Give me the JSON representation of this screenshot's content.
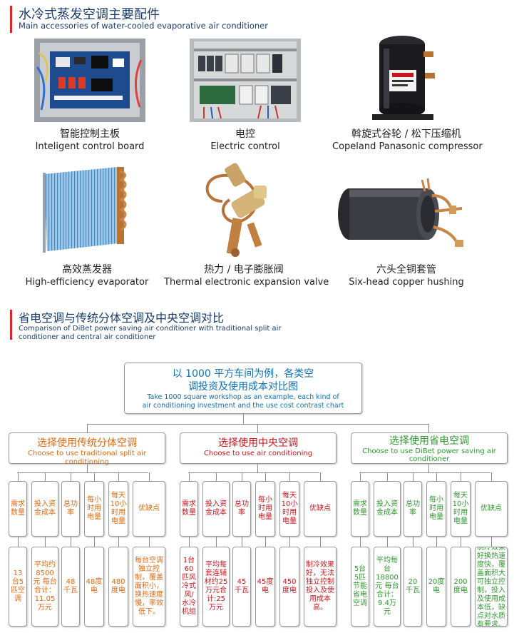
{
  "section1": {
    "title_cn": "水冷式蒸发空调主要配件",
    "title_en": "Main accessories of water-cooled evaporative air conditioner"
  },
  "accessories": [
    {
      "cn": "智能控制主板",
      "en": "Inteligent control board",
      "icon": "control-board-photo"
    },
    {
      "cn": "电控",
      "en": "Electric control",
      "icon": "electric-control-photo"
    },
    {
      "cn": "斡旋式谷轮 / 松下压缩机",
      "en": "Copeland Panasonic compressor",
      "icon": "compressor-photo"
    },
    {
      "cn": "高效蒸发器",
      "en": "High-efficiency evaporator",
      "icon": "evaporator-photo"
    },
    {
      "cn": "热力 / 电子膨胀阀",
      "en": "Thermal electronic expansion valve",
      "icon": "expansion-valve-photo"
    },
    {
      "cn": "六头全铜套管",
      "en": "Six-head copper hushing",
      "icon": "copper-tube-photo"
    }
  ],
  "section2": {
    "title_cn": "省电空调与传统分体空调及中央空调对比",
    "title_en_line1": "Comparison of DiBet power saving air conditioner with traditional split air",
    "title_en_line2": "conditioner and central air conditioner"
  },
  "root": {
    "cn_line1": "以 1000 平方车间为例，各类空",
    "cn_line2": "调投资及使用成本对比图",
    "en_line1": "Take 1000 square workshop as an example, each kind of",
    "en_line2": "air conditioning investment and the use cost contrast chart"
  },
  "groups": [
    {
      "cn": "选择使用传统分体空调",
      "en": "Choose to use traditional split air conditioning",
      "headers": [
        "需求数量",
        "投入资金成本",
        "总功率",
        "每小时用电量",
        "每天10小时用电量",
        "优缺点"
      ],
      "values": [
        "13台5匹空调",
        "平均约8500元 每台合计：11.05万元",
        "48千瓦",
        "48度电",
        "480度电",
        "每台空调独立控制，覆盖面积小，换热速度慢，率效低下。"
      ]
    },
    {
      "cn": "选择使用中央空调",
      "en": "Choose to use air conditioning",
      "headers": [
        "需求数量",
        "投入资金成本",
        "总功率",
        "每小时用电量",
        "每天10小时用电量",
        "优缺点"
      ],
      "values": [
        "1台60匹风冷式风/水冷机组",
        "平均每套连辅材约25万元合计:25万元",
        "45千瓦",
        "45度电",
        "450度电",
        "制冷效果好，无法独立控制投入及使用成本高。"
      ]
    },
    {
      "cn": "选择使用省电空调",
      "en": "Choose to use DiBet power saving air conditioner",
      "headers": [
        "需求数量",
        "投入资金成本",
        "总功率",
        "每小时用电量",
        "每天10小时用电量",
        "优缺点"
      ],
      "values": [
        "5台5匹节能省电空调",
        "平均每台18800元 每台合计：9.4万元",
        "20千瓦",
        "20度电",
        "200度电",
        "制冷效果好换热速度快，覆盖面积大可独立控制，投入及使用成本低，缺点对水质有要求。"
      ]
    }
  ],
  "colors": {
    "heading": "#1a3d6e",
    "accent_bar": "#d8252b",
    "group1": "#e06a12",
    "group2": "#c8161d",
    "group3": "#2f9a2f",
    "root": "#0f71b8"
  }
}
